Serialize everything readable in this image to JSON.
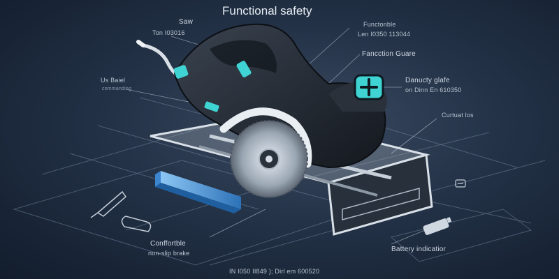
{
  "title": "Functional safety",
  "labels": {
    "saw": "Saw",
    "saw_code": "Ton I03016",
    "left_mid": "Us Baiel",
    "left_mid_sub": "commanding",
    "functionable": "Functonble",
    "functionable_code": "Len I0350 113044",
    "function_guard": "Fancction Guare",
    "dancuty": "Danucty glafe",
    "dancuty_code": "on Dinn En 610350",
    "curtuat": "Curtuat los",
    "comfortable": "Conffortble",
    "non_slip": "non-slip brake",
    "battery": "Battery indicatior",
    "bottom_code": "IN I050 II849 ); Dirl em 600520"
  },
  "colors": {
    "accent": "#3fd3d3",
    "background_center": "#3b4a60",
    "background_edge": "#121c2c",
    "body_dark": "#1f252e",
    "blade_metal": "#c9d1da",
    "wood_blue": "#5aa6e8"
  },
  "icons": [
    "plus-icon",
    "knife-icon",
    "wrench-icon",
    "battery-icon",
    "dash-icon"
  ]
}
